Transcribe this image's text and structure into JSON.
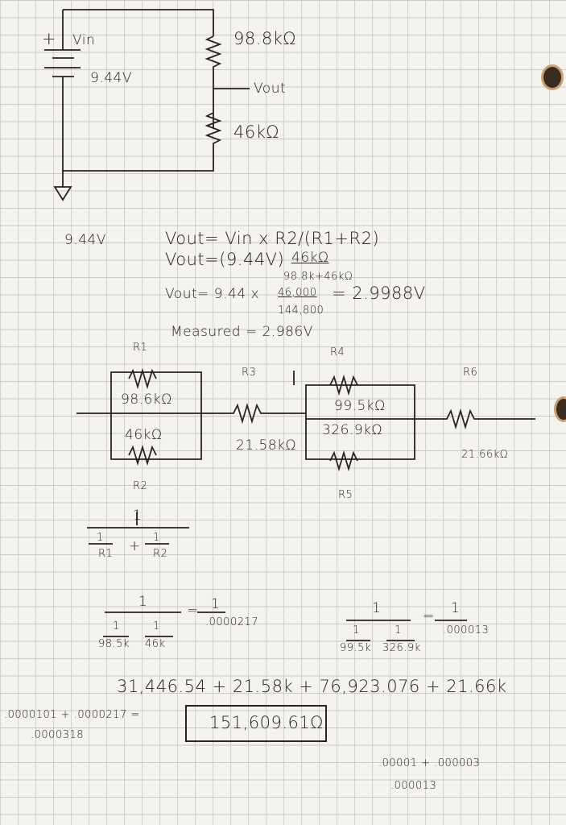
{
  "divider_circuit": {
    "polarity": "+",
    "source_label": "Vin",
    "source_value": "9.44V",
    "r_top": "98.8kΩ",
    "output_label": "Vout",
    "r_bottom": "46kΩ",
    "side_note": "9.44V"
  },
  "equations": {
    "line1": "Vout= Vin x R2/(R1+R2)",
    "line2_prefix": "Vout=(9.44V)",
    "line2_num": "46kΩ",
    "line2_den": "98.8k+46kΩ",
    "line3_prefix": "Vout= 9.44 x",
    "line3_num": "46,000",
    "line3_den": "144,800",
    "line3_result": "= 2.9988V",
    "measured": "Measured = 2.986V"
  },
  "network": {
    "r1_label": "R1",
    "r1_value": "98.6kΩ",
    "r2_label": "R2",
    "r2_value": "46kΩ",
    "r3_label": "R3",
    "r3_value": "21.58kΩ",
    "r4_label": "R4",
    "r4_value": "99.5kΩ",
    "r5_label": "R5",
    "r5_value": "326.9kΩ",
    "r6_label": "R6",
    "r6_value": "21.66kΩ"
  },
  "parallel_formula": {
    "one": "1",
    "r1": "R1",
    "r2": "R2",
    "plus": "+"
  },
  "calc_left": {
    "one": "1",
    "a": "98.5k",
    "b": "46k",
    "eq": "=",
    "result_den": ".0000217"
  },
  "calc_right": {
    "one": "1",
    "a": "99.5k",
    "b": "326.9k",
    "eq": "=",
    "result_den": ".000013"
  },
  "sum_line": "31,446.54 + 21.58k + 76,923.076 + 21.66k",
  "side_calc_left": {
    "line1": ".0000101 + .0000217 =",
    "line2": ".0000318"
  },
  "total": "151,609.61Ω",
  "side_calc_right": {
    "line1": ".00001 + .000003",
    "line2": ".000013"
  }
}
